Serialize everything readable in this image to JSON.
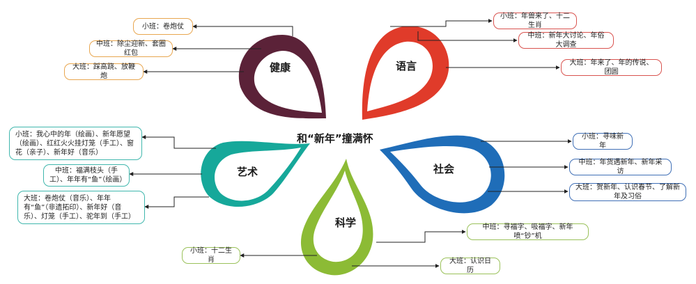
{
  "title": "和“新年”撞满怀",
  "colors": {
    "health": "#5b2238",
    "language": "#e03b2a",
    "social": "#1f6db8",
    "science": "#8cbb35",
    "art": "#16a89a"
  },
  "branches": {
    "health": {
      "label": "健康",
      "items": [
        "小班：卷炮仗",
        "中班：除尘迎新、套圈红包",
        "大班：踩高跷、放鞭炮"
      ]
    },
    "language": {
      "label": "语言",
      "items": [
        "小班：年兽来了、十二生肖",
        "中班：新年大讨论、年俗大调查",
        "大班：年来了、年的传说、团圆"
      ]
    },
    "social": {
      "label": "社会",
      "items": [
        "小班：寻味新年",
        "中班：年货遇新年、新年采访",
        "大班：贺新年、认识春节、了解新年及习俗"
      ]
    },
    "science": {
      "label": "科学",
      "items": [
        "中班：寻福字、吸福字、新年喷“钞”机",
        "小班：十二生肖",
        "大班：认识日历"
      ]
    },
    "art": {
      "label": "艺术",
      "items": [
        "小班：我心中的年（绘画）、新年愿望（绘画）、红红火火挂灯笼（手工）、窗花（亲子）、新年好（音乐）",
        "中班：福满枝头（手工）、年年有“鱼”（绘画）",
        "大班：卷炮仗（音乐）、年年有“鱼”（非遗拓印）、新年好（音乐）、灯笼（手工）、驼年到（手工）"
      ]
    }
  }
}
